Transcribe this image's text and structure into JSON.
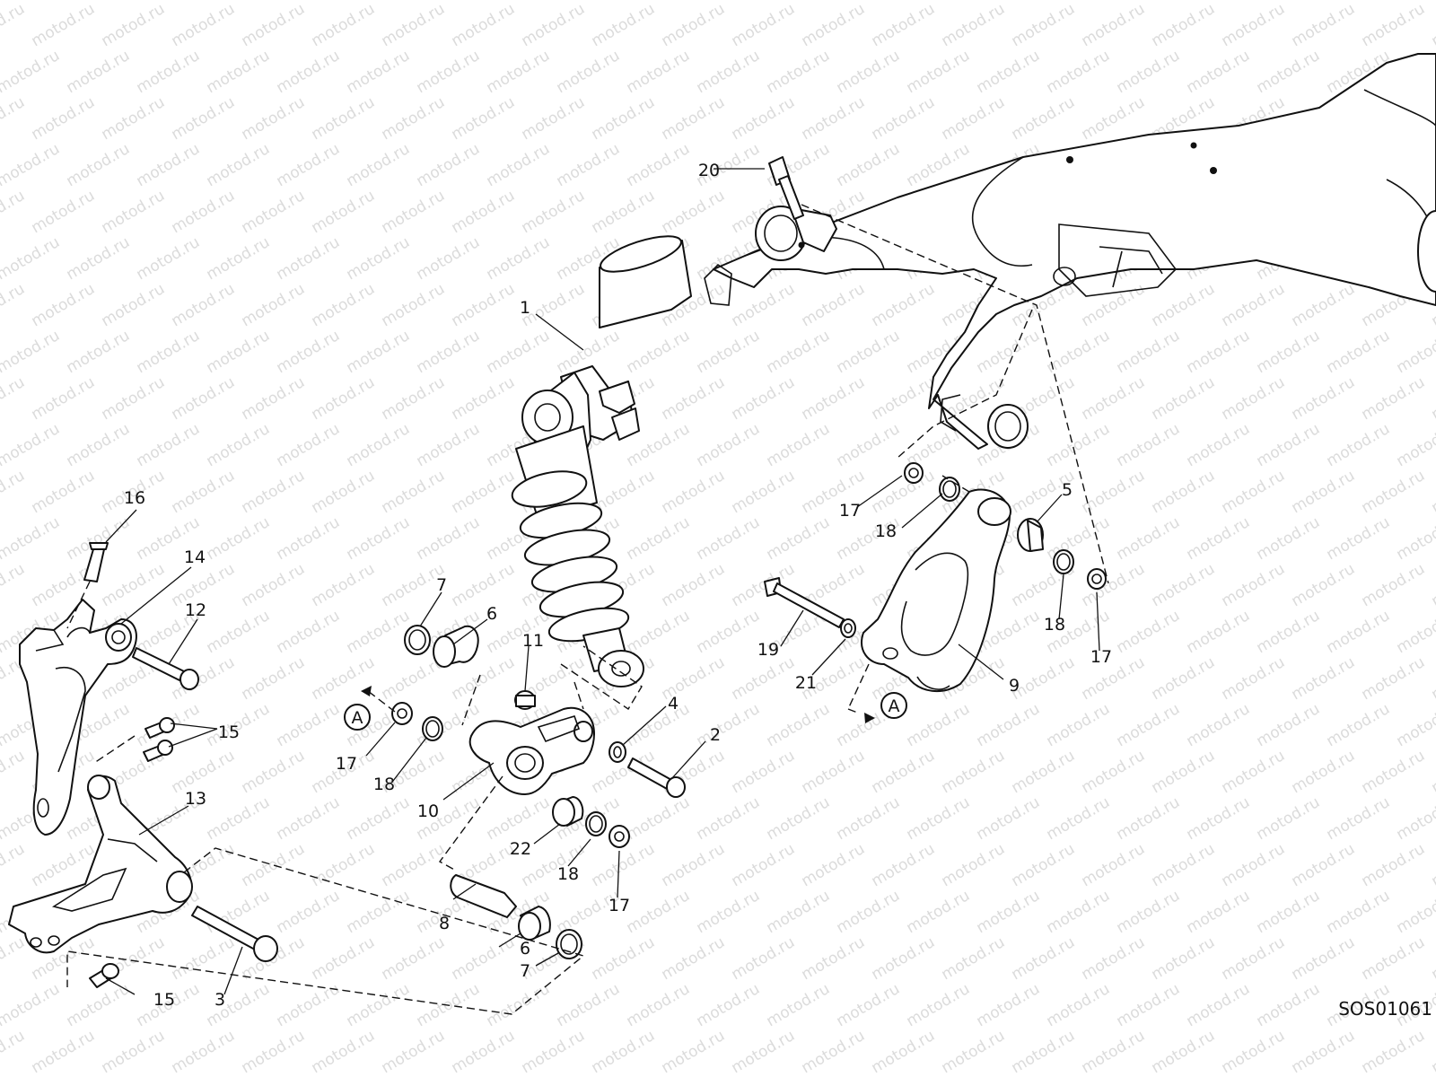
{
  "watermark": {
    "text": "motod.ru"
  },
  "diagram_code": "SOS01061",
  "reference_marker": "A",
  "part_labels": [
    "1",
    "2",
    "3",
    "4",
    "5",
    "6",
    "7",
    "8",
    "9",
    "10",
    "11",
    "12",
    "13",
    "14",
    "15",
    "16",
    "17",
    "18",
    "19",
    "20",
    "21",
    "22"
  ],
  "colors": {
    "line": "#111111",
    "watermark": "#cfcfcf",
    "background": "#ffffff"
  }
}
